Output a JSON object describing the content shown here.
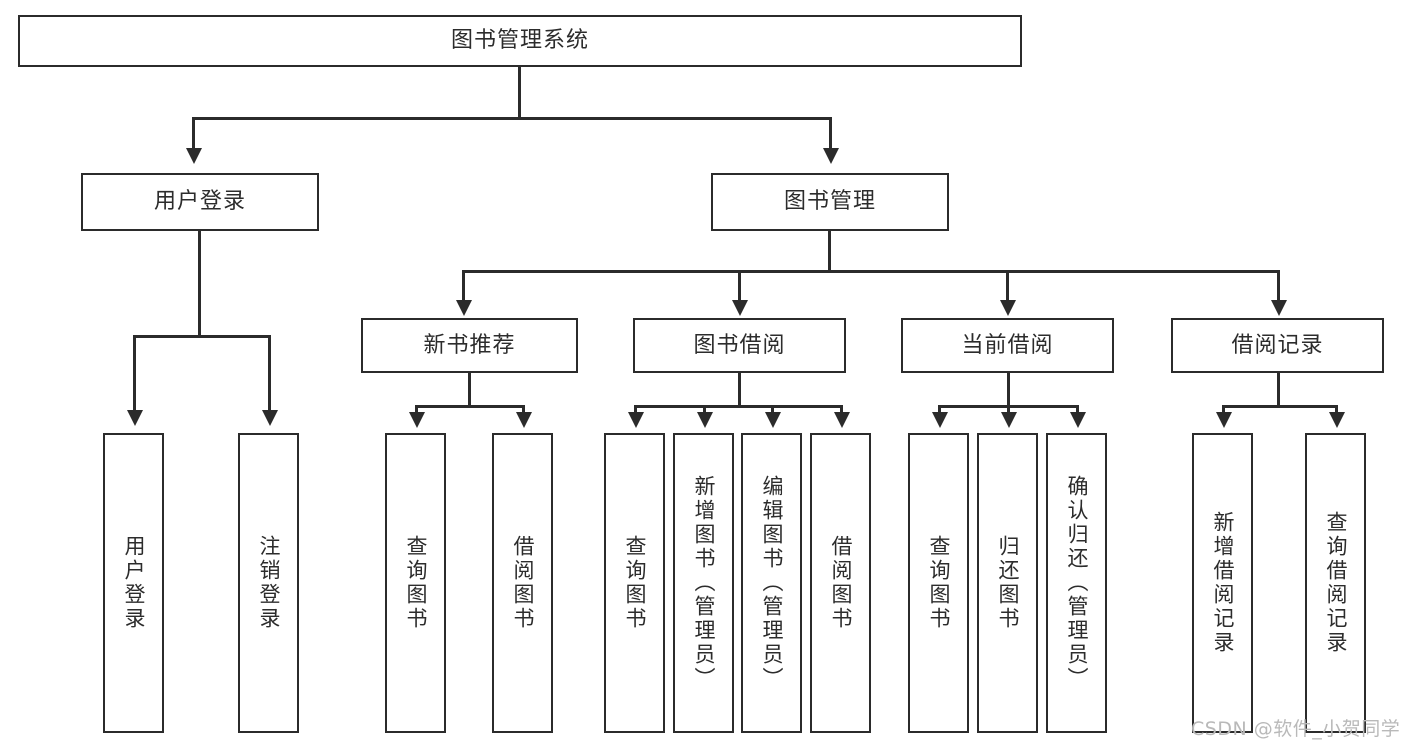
{
  "diagram": {
    "type": "tree-hierarchy",
    "title": "图书管理系统",
    "orientation": "top-down",
    "colors": {
      "background": "#ffffff",
      "box_border": "#2b2b2b",
      "box_fill": "#ffffff",
      "text": "#2c2c2c",
      "connector": "#2b2b2b",
      "watermark": "#b9b9b9"
    }
  },
  "root": {
    "label": "图书管理系统"
  },
  "level1": [
    {
      "label": "用户登录"
    },
    {
      "label": "图书管理"
    }
  ],
  "level2": [
    {
      "label": "新书推荐"
    },
    {
      "label": "图书借阅"
    },
    {
      "label": "当前借阅"
    },
    {
      "label": "借阅记录"
    }
  ],
  "leaves": {
    "user_login": [
      {
        "label": "用户登录"
      },
      {
        "label": "注销登录"
      }
    ],
    "new_book": [
      {
        "label": "查询图书"
      },
      {
        "label": "借阅图书"
      }
    ],
    "book_borrow": [
      {
        "label": "查询图书"
      },
      {
        "label": "新增图书（管理员）"
      },
      {
        "label": "编辑图书（管理员）"
      },
      {
        "label": "借阅图书"
      }
    ],
    "current_borrow": [
      {
        "label": "查询图书"
      },
      {
        "label": "归还图书"
      },
      {
        "label": "确认归还（管理员）"
      }
    ],
    "borrow_record": [
      {
        "label": "新增借阅记录"
      },
      {
        "label": "查询借阅记录"
      }
    ]
  },
  "watermark": {
    "text": "CSDN @软件_小贺同学"
  }
}
